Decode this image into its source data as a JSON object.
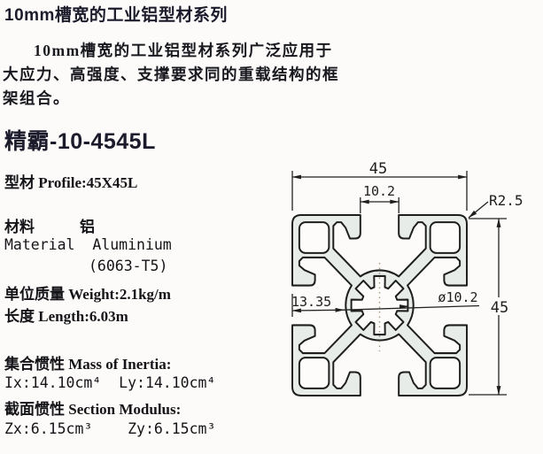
{
  "page": {
    "title": "10mm槽宽的工业铝型材系列",
    "intro": "10mm槽宽的工业铝型材系列广泛应用于大应力、高强度、支撑要求同的重载结构的框架组合。",
    "product_name": "精霸-10-4545L",
    "specs": {
      "profile": "型材 Profile:45X45L",
      "material_cn": "材料　　　铝",
      "material_en": "Material  Aluminium",
      "material_temper": "(6063-T5)",
      "weight": "单位质量 Weight:2.1kg/m",
      "length": "长度 Length:6.03m",
      "inertia_label": "集合惯性 Mass of Inertia:",
      "inertia_values": "Ix:14.10cm⁴  Ly:14.10cm⁴",
      "modulus_label": "截面惯性 Section Modulus:",
      "modulus_values": "Zx:6.15cm³    Zy:6.15cm³"
    },
    "drawing": {
      "dims": {
        "width_top": "45",
        "slot_width": "10.2",
        "corner_radius": "R2.5",
        "center_offset": "13.35",
        "bore_diameter": "ø10.2",
        "height_right": "45"
      },
      "colors": {
        "body_fill": "#e8ece9",
        "hole_fill": "#fdfcfa",
        "line": "#1e1e1e",
        "centerline": "#a1957d"
      }
    }
  }
}
